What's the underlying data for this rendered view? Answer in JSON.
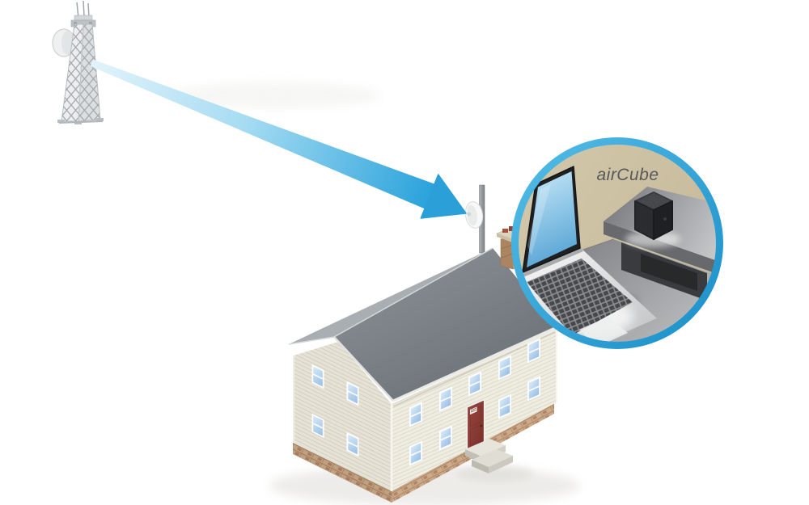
{
  "callout": {
    "label": "airCube"
  },
  "scene": {
    "type": "isometric-network-illustration",
    "parts": [
      "cell-tower",
      "tower-dish",
      "signal-beam-arrow",
      "house",
      "roof-antenna-dish",
      "chimney",
      "front-door",
      "entry-steps",
      "callout-circle",
      "laptop",
      "aircube-device",
      "wall-shelf"
    ]
  },
  "colors": {
    "background": "#FFFFFF",
    "beam_light": "#E2F3FB",
    "beam_dark": "#2BA3DB",
    "arrowhead": "#2BA0D8",
    "circle_ring": "#2EA6DB",
    "wall_tan": "#CDC1A3",
    "desk_gray": "#8E9093",
    "roof_gray": "#7B8185",
    "siding_cream": "#EFEDE1",
    "foundation_brick": "#C7A685",
    "door_red": "#8C3A33",
    "window_glass": "#BFD9F2",
    "laptop_screen_blue": "#7FBCE0",
    "device_black": "#2A2B2E",
    "label_gray": "#58585A",
    "tower_gray": "#D8DBDD"
  }
}
